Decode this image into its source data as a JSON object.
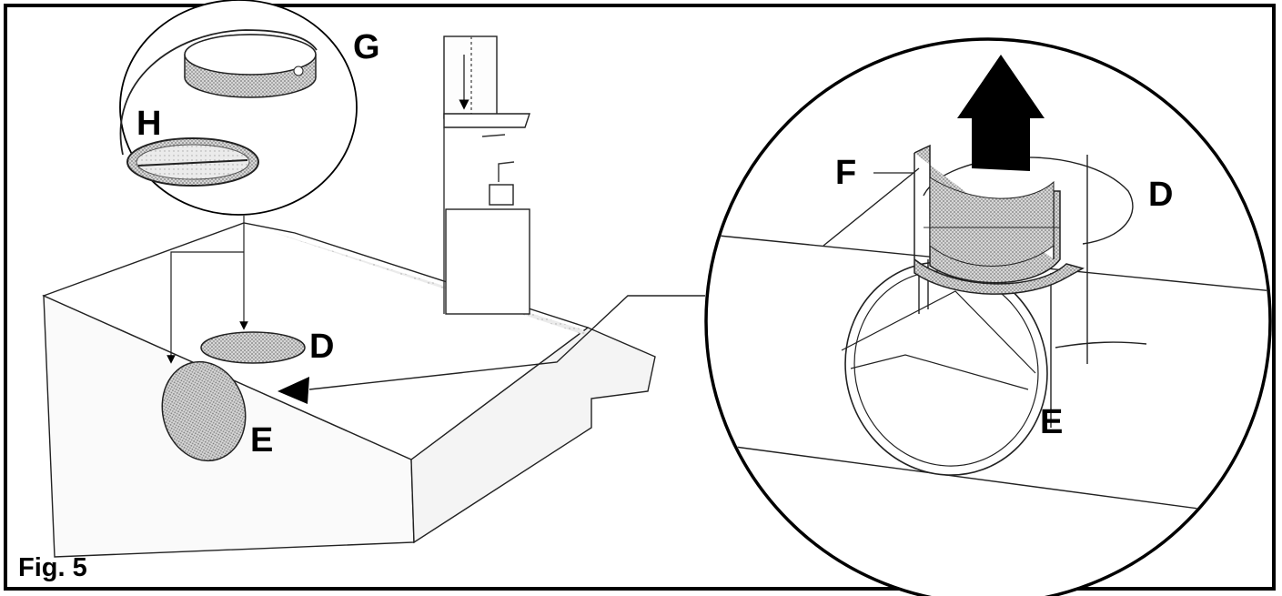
{
  "figure": {
    "caption": "Fig. 5",
    "labels": {
      "G": "G",
      "H": "H",
      "D_main": "D",
      "E_main": "E",
      "F": "F",
      "D_detail": "D",
      "E_detail": "E"
    }
  }
}
